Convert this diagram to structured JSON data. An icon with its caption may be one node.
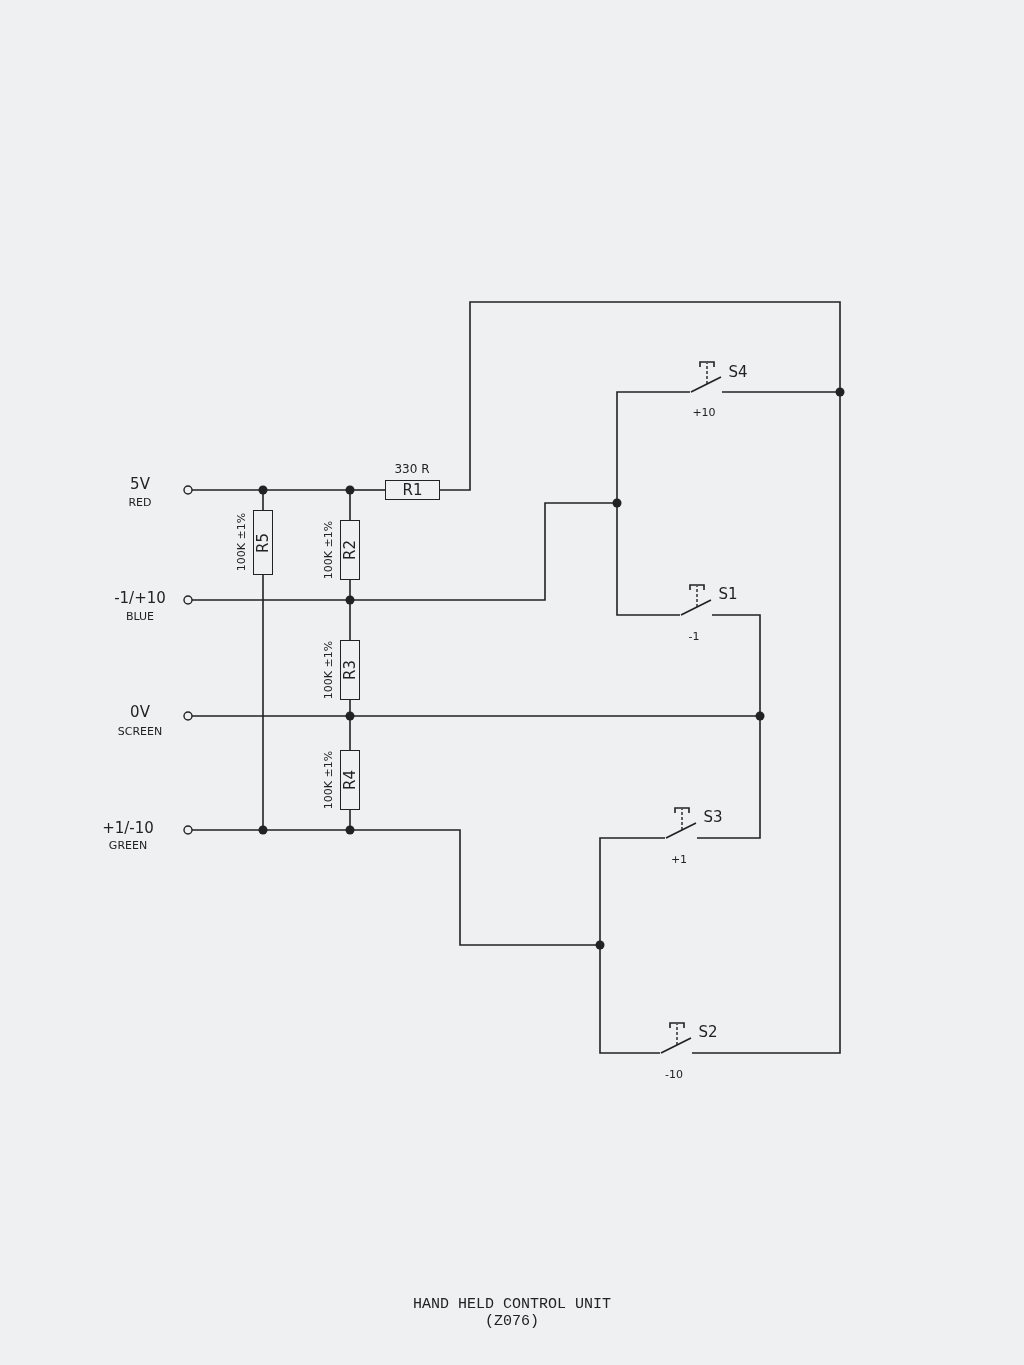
{
  "diagram": {
    "caption": "HAND HELD CONTROL UNIT (Z076)",
    "nodes": [
      {
        "text": [
          "R1"
        ],
        "beside": [
          "330 R"
        ]
      },
      {
        "text": [
          "R5"
        ],
        "beside": [
          "100K ±1%"
        ]
      },
      {
        "text": [
          "R2"
        ],
        "beside": [
          "100K ±1%"
        ]
      },
      {
        "text": [
          "R3"
        ],
        "beside": [
          "100K ±1%"
        ]
      },
      {
        "text": [
          "R4"
        ],
        "beside": [
          "100K ±1%"
        ]
      },
      {
        "text": [],
        "shape": "switch",
        "beside": [
          "S4",
          "+10"
        ]
      },
      {
        "text": [],
        "shape": "switch",
        "beside": [
          "S1",
          "-1"
        ]
      },
      {
        "text": [],
        "shape": "switch",
        "beside": [
          "S3",
          "+1"
        ]
      },
      {
        "text": [],
        "shape": "switch",
        "beside": [
          "S2",
          "-10"
        ]
      },
      {
        "text": [],
        "shape": "circle",
        "beside": [
          "5V",
          "RED"
        ]
      },
      {
        "text": [],
        "shape": "circle",
        "beside": [
          "-1/+10",
          "BLUE"
        ]
      },
      {
        "text": [],
        "shape": "circle",
        "beside": [
          "0V",
          "SCREEN"
        ]
      },
      {
        "text": [],
        "shape": "circle",
        "beside": [
          "+1/-10",
          "GREEN"
        ]
      },
      {
        "text": [],
        "shape": "dot"
      },
      {
        "text": [],
        "shape": "dot"
      },
      {
        "text": [],
        "shape": "dot"
      },
      {
        "text": [],
        "shape": "dot"
      },
      {
        "text": [],
        "shape": "dot"
      },
      {
        "text": [],
        "shape": "dot"
      },
      {
        "text": [],
        "shape": "dot"
      },
      {
        "text": [],
        "shape": "dot"
      },
      {
        "text": [],
        "shape": "dot"
      },
      {
        "text": [],
        "shape": "dot"
      }
    ],
    "edges": [
      {
        "from": 9,
        "to": 13,
        "arrow": "none"
      },
      {
        "from": 13,
        "to": 14,
        "arrow": "none"
      },
      {
        "from": 14,
        "to": 0,
        "arrow": "none"
      },
      {
        "from": 0,
        "to": 20,
        "arrow": "none"
      },
      {
        "from": 20,
        "to": 8,
        "arrow": "none"
      },
      {
        "from": 5,
        "to": 20,
        "arrow": "none"
      },
      {
        "from": 13,
        "to": 1,
        "arrow": "none"
      },
      {
        "from": 1,
        "to": 17,
        "arrow": "none"
      },
      {
        "from": 14,
        "to": 2,
        "arrow": "none"
      },
      {
        "from": 2,
        "to": 15,
        "arrow": "none"
      },
      {
        "from": 15,
        "to": 3,
        "arrow": "none"
      },
      {
        "from": 3,
        "to": 16,
        "arrow": "none"
      },
      {
        "from": 16,
        "to": 4,
        "arrow": "none"
      },
      {
        "from": 4,
        "to": 18,
        "arrow": "none"
      },
      {
        "from": 10,
        "to": 15,
        "arrow": "none"
      },
      {
        "from": 15,
        "to": 19,
        "arrow": "none"
      },
      {
        "from": 19,
        "to": 5,
        "arrow": "none"
      },
      {
        "from": 19,
        "to": 6,
        "arrow": "none"
      },
      {
        "from": 6,
        "to": 21,
        "arrow": "none"
      },
      {
        "from": 21,
        "to": 7,
        "arrow": "none"
      },
      {
        "from": 11,
        "to": 16,
        "arrow": "none"
      },
      {
        "from": 16,
        "to": 21,
        "arrow": "none"
      },
      {
        "from": 12,
        "to": 17,
        "arrow": "none"
      },
      {
        "from": 17,
        "to": 18,
        "arrow": "none"
      },
      {
        "from": 18,
        "to": 22,
        "arrow": "none"
      },
      {
        "from": 22,
        "to": 7,
        "arrow": "none"
      },
      {
        "from": 22,
        "to": 8,
        "arrow": "none"
      }
    ]
  }
}
